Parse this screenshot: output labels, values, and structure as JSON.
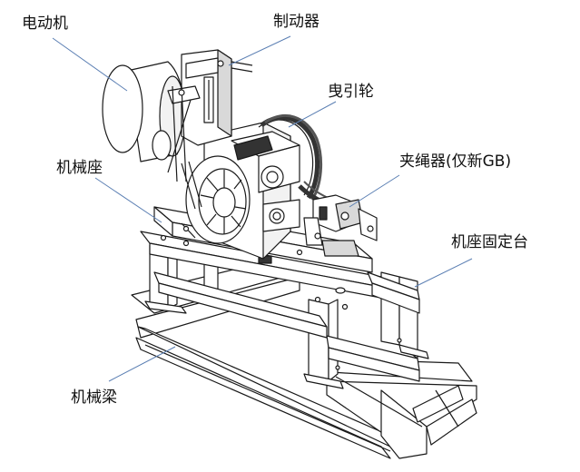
{
  "labels": {
    "motor": "电动机",
    "brake": "制动器",
    "traction_sheave": "曳引轮",
    "rope_gripper": "夹绳器(仅新GB)",
    "machine_base": "机械座",
    "base_platform": "机座固定台",
    "machine_beam": "机械梁"
  },
  "colors": {
    "line": "#1a1a1a",
    "leader": "#5b7fb3",
    "fill": "#ffffff",
    "shade": "#d9d9d9",
    "dark": "#333333"
  }
}
